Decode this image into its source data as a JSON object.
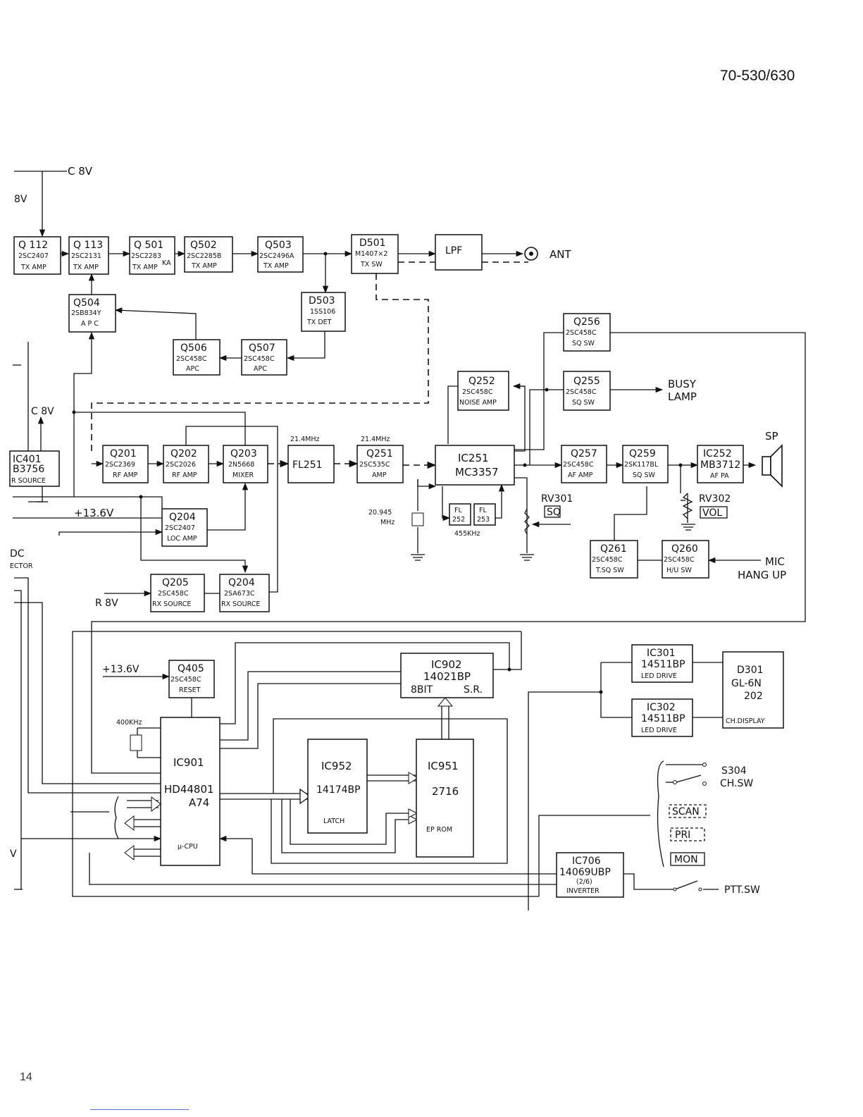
{
  "page": {
    "model": "70-530/630",
    "page_number": "14"
  },
  "blocks": {
    "q112": {
      "ref": "Q 112",
      "part": "2SC2407",
      "fn": "TX AMP"
    },
    "q113": {
      "ref": "Q 113",
      "part": "2SC2131",
      "fn": "TX AMP"
    },
    "q501": {
      "ref": "Q 501",
      "part": "2SC2283",
      "fn": "TX AMP",
      "suffix": "KA"
    },
    "q502": {
      "ref": "Q502",
      "part": "2SC2285B",
      "fn": "TX AMP"
    },
    "q503": {
      "ref": "Q503",
      "part": "2SC2496A",
      "fn": "TX AMP"
    },
    "d501": {
      "ref": "D501",
      "part": "M1407×2",
      "fn": "TX SW"
    },
    "lpf": {
      "ref": "LPF"
    },
    "q504": {
      "ref": "Q504",
      "part": "2SB834Y",
      "fn": "A P C"
    },
    "d503": {
      "ref": "D503",
      "part": "1SS106",
      "fn": "TX DET"
    },
    "q506": {
      "ref": "Q506",
      "part": "2SC458C",
      "fn": "APC"
    },
    "q507": {
      "ref": "Q507",
      "part": "2SC458C",
      "fn": "APC"
    },
    "q256": {
      "ref": "Q256",
      "part": "2SC458C",
      "fn": "SQ   SW"
    },
    "q255": {
      "ref": "Q255",
      "part": "2SC458C",
      "fn": "SQ   SW"
    },
    "q252": {
      "ref": "Q252",
      "part": "2SC458C",
      "fn": "NOISE AMP"
    },
    "ic401": {
      "ref": "IC401",
      "part": "B3756",
      "fn": "R SOURCE"
    },
    "q201": {
      "ref": "Q201",
      "part": "2SC2369",
      "fn": "RF AMP"
    },
    "q202": {
      "ref": "Q202",
      "part": "2SC2026",
      "fn": "RF AMP"
    },
    "q203": {
      "ref": "Q203",
      "part": "2N5668",
      "fn": "MIXER"
    },
    "fl251": {
      "ref": "FL251"
    },
    "q251": {
      "ref": "Q251",
      "part": "2SC535C",
      "fn": "AMP"
    },
    "ic251": {
      "ref": "IC251",
      "part": "MC3357"
    },
    "q257": {
      "ref": "Q257",
      "part": "2SC458C",
      "fn": "AF AMP"
    },
    "q259": {
      "ref": "Q259",
      "part": "2SK117BL",
      "fn": "SQ SW"
    },
    "ic252": {
      "ref": "IC252",
      "part": "MB3712",
      "fn": "AF PA"
    },
    "q204a": {
      "ref": "Q204",
      "part": "2SC2407",
      "fn": "LOC AMP"
    },
    "fl252": {
      "ref": "FL",
      "part": "252"
    },
    "fl253": {
      "ref": "FL",
      "part": "253"
    },
    "q261": {
      "ref": "Q261",
      "part": "2SC458C",
      "fn": "T.SQ SW"
    },
    "q260": {
      "ref": "Q260",
      "part": "2SC458C",
      "fn": "H/U   SW"
    },
    "q205": {
      "ref": "Q205",
      "part": "2SC458C",
      "fn": "RX SOURCE"
    },
    "q204b": {
      "ref": "Q204",
      "part": "2SA673C",
      "fn": "RX SOURCE"
    },
    "q405": {
      "ref": "Q405",
      "part": "2SC458C",
      "fn": "RESET"
    },
    "ic902": {
      "ref": "IC902",
      "part": "14021BP",
      "fn1": "8BIT",
      "fn2": "S.R."
    },
    "ic901": {
      "ref": "IC901",
      "part": "HD44801",
      "part2": "A74",
      "fn": "μ-CPU"
    },
    "ic952": {
      "ref": "IC952",
      "part": "14174BP",
      "fn": "LATCH"
    },
    "ic951": {
      "ref": "IC951",
      "part": "2716",
      "fn": "EP ROM"
    },
    "ic301": {
      "ref": "IC301",
      "part": "14511BP",
      "fn": "LED DRIVE"
    },
    "ic302": {
      "ref": "IC302",
      "part": "14511BP",
      "fn": "LED DRIVE"
    },
    "d301": {
      "ref": "D301",
      "part": "GL-6N",
      "part2": "202",
      "fn": "CH.DISPLAY"
    },
    "ic706": {
      "ref": "IC706",
      "part": "14069UBP",
      "part2": "(2/6)",
      "fn": "INVERTER"
    }
  },
  "labels": {
    "c8v_top": "C 8V",
    "v_left": "8V",
    "ant": "ANT",
    "busy_lamp_1": "BUSY",
    "busy_lamp_2": "LAMP",
    "sp": "SP",
    "c8v_left": "C 8V",
    "freq_214_a": "21.4MHz",
    "freq_214_b": "21.4MHz",
    "xtal_20945_a": "20.945",
    "xtal_20945_b": "MHz",
    "freq_455": "455KHz",
    "rv301": "RV301",
    "sq": "SQ",
    "rv302": "RV302",
    "vol": "VOL",
    "v136_a": "+13.6V",
    "mic_hangup_1": "MIC",
    "mic_hangup_2": "HANG UP",
    "dc_1": "DC",
    "dc_2": "ECTOR",
    "r8v": "R 8V",
    "v136_b": "+13.6V",
    "clk_400": "400KHz",
    "v_bottom": "V",
    "s304": "S304",
    "chsw": "CH.SW",
    "scan": "SCAN",
    "pri": "PRI",
    "mon": "MON",
    "ptt_sw": "PTT.SW"
  }
}
